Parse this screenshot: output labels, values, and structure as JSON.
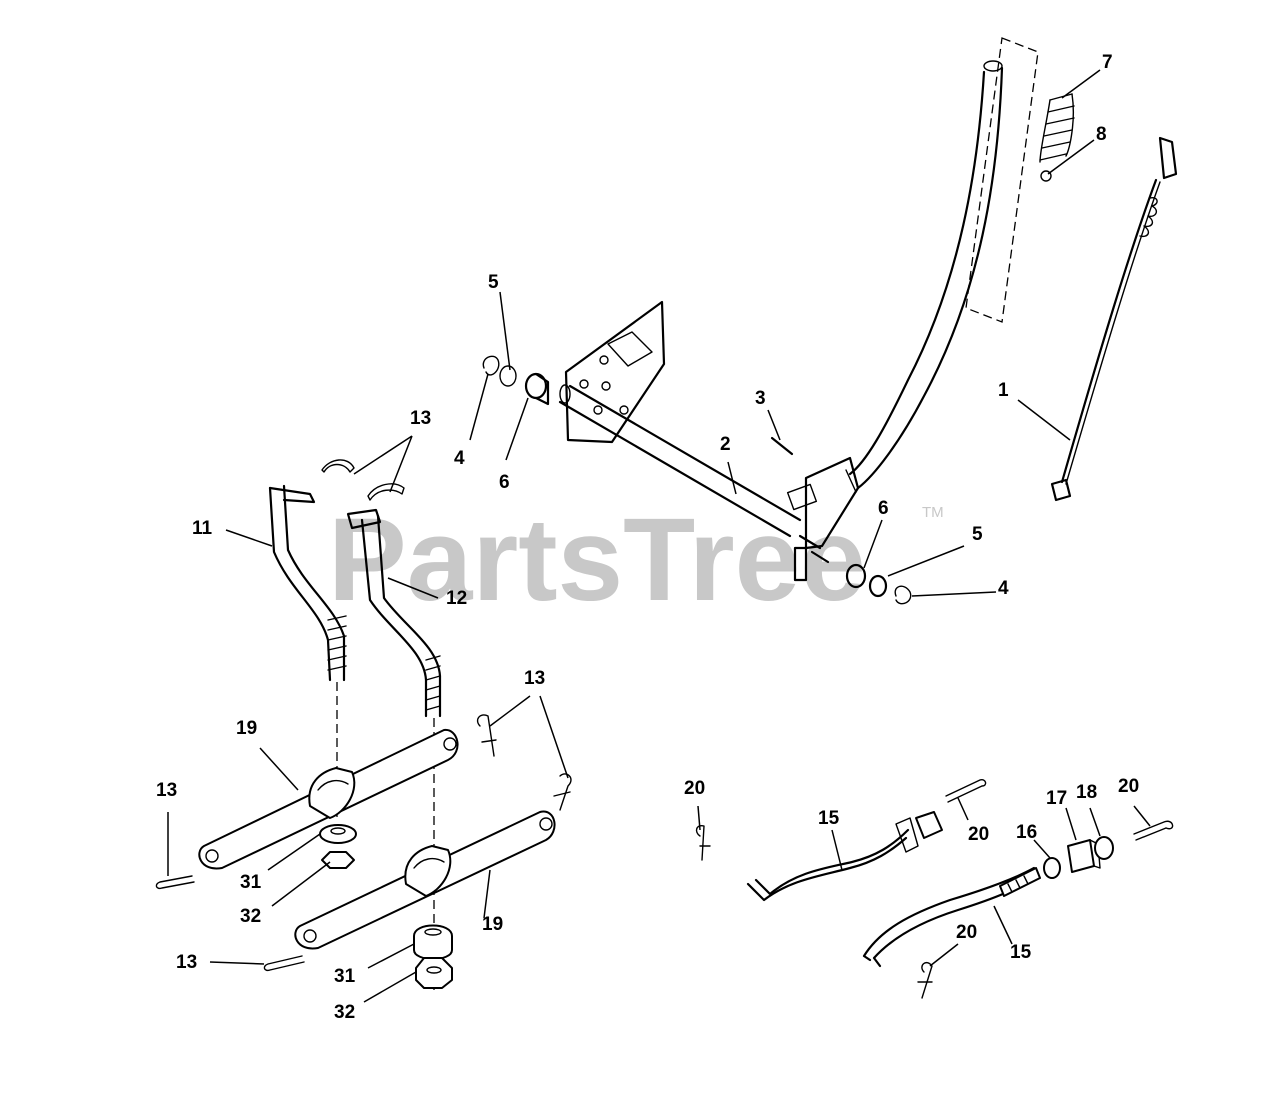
{
  "watermark": {
    "text": "PartsTree",
    "trademark": "TM"
  },
  "callouts": [
    {
      "id": "c-7a",
      "number": "7"
    },
    {
      "id": "c-8a",
      "number": "8"
    },
    {
      "id": "c-5a",
      "number": "5"
    },
    {
      "id": "c-3a",
      "number": "3"
    },
    {
      "id": "c-13a",
      "number": "13"
    },
    {
      "id": "c-4a",
      "number": "4"
    },
    {
      "id": "c-2a",
      "number": "2"
    },
    {
      "id": "c-1a",
      "number": "1"
    },
    {
      "id": "c-6a",
      "number": "6"
    },
    {
      "id": "c-11a",
      "number": "11"
    },
    {
      "id": "c-6b",
      "number": "6"
    },
    {
      "id": "c-5b",
      "number": "5"
    },
    {
      "id": "c-4b",
      "number": "4"
    },
    {
      "id": "c-12a",
      "number": "12"
    },
    {
      "id": "c-13b",
      "number": "13"
    },
    {
      "id": "c-19a",
      "number": "19"
    },
    {
      "id": "c-13c",
      "number": "13"
    },
    {
      "id": "c-20a",
      "number": "20"
    },
    {
      "id": "c-17a",
      "number": "17"
    },
    {
      "id": "c-18a",
      "number": "18"
    },
    {
      "id": "c-20b",
      "number": "20"
    },
    {
      "id": "c-15a",
      "number": "15"
    },
    {
      "id": "c-16a",
      "number": "16"
    },
    {
      "id": "c-20c",
      "number": "20"
    },
    {
      "id": "c-31a",
      "number": "31"
    },
    {
      "id": "c-32a",
      "number": "32"
    },
    {
      "id": "c-19b",
      "number": "19"
    },
    {
      "id": "c-20d",
      "number": "20"
    },
    {
      "id": "c-15b",
      "number": "15"
    },
    {
      "id": "c-13d",
      "number": "13"
    },
    {
      "id": "c-31b",
      "number": "31"
    },
    {
      "id": "c-32b",
      "number": "32"
    }
  ]
}
